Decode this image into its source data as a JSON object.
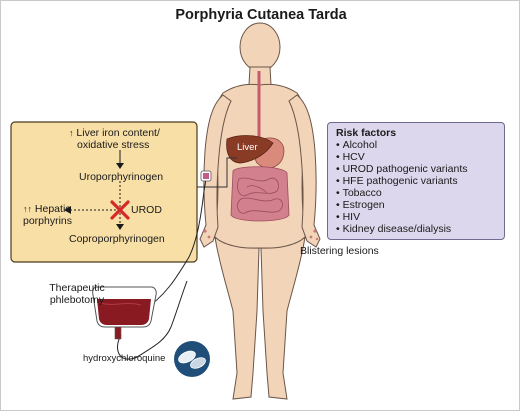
{
  "title": "Porphyria Cutanea Tarda",
  "colors": {
    "skin": "#f2d5b8",
    "skin_outline": "#6b5548",
    "pathway_box": "#f8dfa6",
    "pathway_border": "#4a3b1e",
    "risk_box": "#dcd7ec",
    "risk_border": "#6f6a8f",
    "liver": "#8a3b25",
    "intestine": "#d27f8e",
    "blood": "#8a1a22",
    "red_x": "#d62828",
    "pill_badge": "#1f4e79"
  },
  "pathway": {
    "iron_line1": "Liver iron content/",
    "iron_line2": "oxidative stress",
    "uroporphyrinogen": "Uroporphyrinogen",
    "hepatic_line1": "Hepatic",
    "hepatic_line2": "porphyrins",
    "urod": "UROD",
    "coproporphyrinogen": "Coproporphyrinogen",
    "up_arrow_single": "↑",
    "up_arrow_double": "↑↑"
  },
  "risk_factors": {
    "title": "Risk factors",
    "items": [
      "Alcohol",
      "HCV",
      "UROD pathogenic variants",
      "HFE pathogenic variants",
      "Tobacco",
      "Estrogen",
      "HIV",
      "Kidney disease/dialysis"
    ]
  },
  "labels": {
    "liver": "Liver",
    "blistering": "Blistering lesions",
    "phlebotomy_line1": "Therapeutic",
    "phlebotomy_line2": "phlebotomy",
    "hydroxychloroquine": "hydroxychloroquine"
  },
  "icons": [
    "human-body-figure",
    "liver-icon",
    "intestine-icon",
    "blood-bag-icon",
    "pill-icon",
    "red-x-icon",
    "down-arrow-icon",
    "left-arrow-icon"
  ]
}
